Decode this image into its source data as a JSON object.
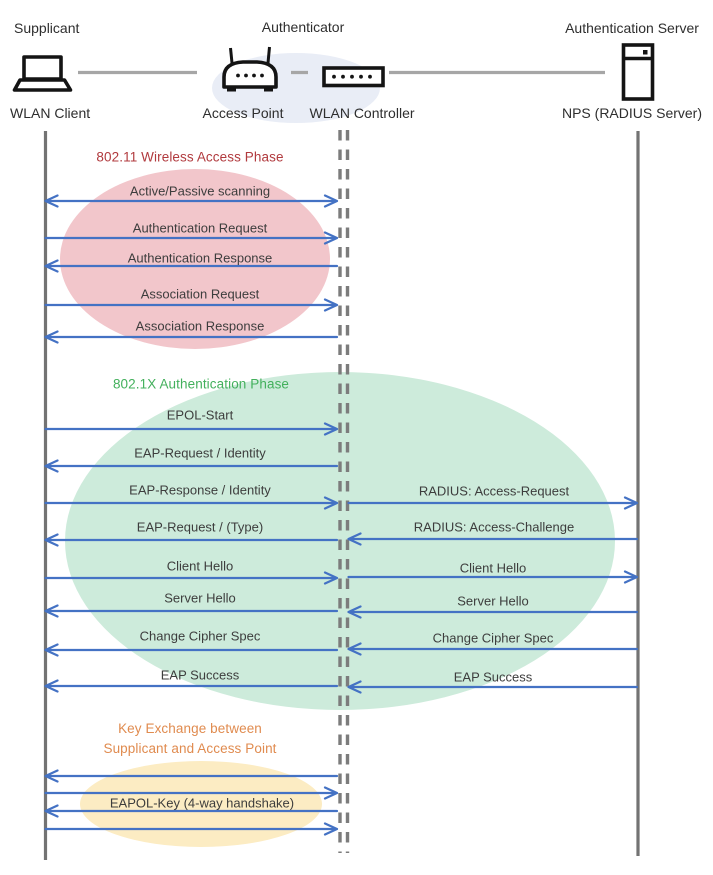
{
  "header": {
    "roles": [
      {
        "label": "Supplicant"
      },
      {
        "label": "Authenticator"
      },
      {
        "label": "Authentication Server"
      }
    ],
    "devices": [
      {
        "label": "WLAN Client",
        "icon": "laptop-icon"
      },
      {
        "label": "Access Point",
        "icon": "access-point-icon"
      },
      {
        "label": "WLAN Controller",
        "icon": "wlan-controller-icon"
      },
      {
        "label": "NPS (RADIUS Server)",
        "icon": "server-tower-icon"
      }
    ]
  },
  "phases": [
    {
      "title": "802.11 Wireless Access Phase",
      "title_color": "#b13a3e",
      "ellipse_color": "#f2c6cb",
      "messages": [
        {
          "label": "Active/Passive scanning",
          "segment": "client-controller",
          "direction": "both"
        },
        {
          "label": "Authentication Request",
          "segment": "client-controller",
          "direction": "right"
        },
        {
          "label": "Authentication Response",
          "segment": "client-controller",
          "direction": "left"
        },
        {
          "label": "Association Request",
          "segment": "client-controller",
          "direction": "right"
        },
        {
          "label": "Association Response",
          "segment": "client-controller",
          "direction": "left"
        }
      ]
    },
    {
      "title": "802.1X Authentication Phase",
      "title_color": "#43b05c",
      "ellipse_color": "#cdebdb",
      "messages": [
        {
          "label": "EPOL-Start",
          "segment": "client-controller",
          "direction": "right"
        },
        {
          "label": "EAP-Request / Identity",
          "segment": "client-controller",
          "direction": "left"
        },
        {
          "label": "EAP-Response / Identity",
          "segment": "client-controller",
          "direction": "right"
        },
        {
          "label": "RADIUS: Access-Request",
          "segment": "controller-server",
          "direction": "right"
        },
        {
          "label": "EAP-Request / (Type)",
          "segment": "client-controller",
          "direction": "left"
        },
        {
          "label": "RADIUS: Access-Challenge",
          "segment": "controller-server",
          "direction": "left"
        },
        {
          "label": "Client Hello",
          "segment": "client-controller",
          "direction": "right"
        },
        {
          "label": "Client Hello",
          "segment": "controller-server",
          "direction": "right"
        },
        {
          "label": "Server Hello",
          "segment": "client-controller",
          "direction": "left"
        },
        {
          "label": "Server Hello",
          "segment": "controller-server",
          "direction": "left"
        },
        {
          "label": "Change Cipher Spec",
          "segment": "client-controller",
          "direction": "left"
        },
        {
          "label": "Change Cipher Spec",
          "segment": "controller-server",
          "direction": "left"
        },
        {
          "label": "EAP Success",
          "segment": "client-controller",
          "direction": "left"
        },
        {
          "label": "EAP Success",
          "segment": "controller-server",
          "direction": "left"
        }
      ]
    },
    {
      "title_line1": "Key Exchange between",
      "title_line2": "Supplicant and Access Point",
      "title_color": "#e08b4f",
      "ellipse_color": "#fcecc3",
      "key_label": "EAPOL-Key (4-way handshake)",
      "arrow_directions": [
        "left",
        "right",
        "left",
        "right"
      ]
    }
  ],
  "colors": {
    "arrow": "#4472c4",
    "lifeline": "#737373",
    "dashed_lifeline": "#7c7c7c",
    "connector": "#a6a6a6",
    "icon": "#141414",
    "authenticator_ellipse": "#e9edf6"
  }
}
